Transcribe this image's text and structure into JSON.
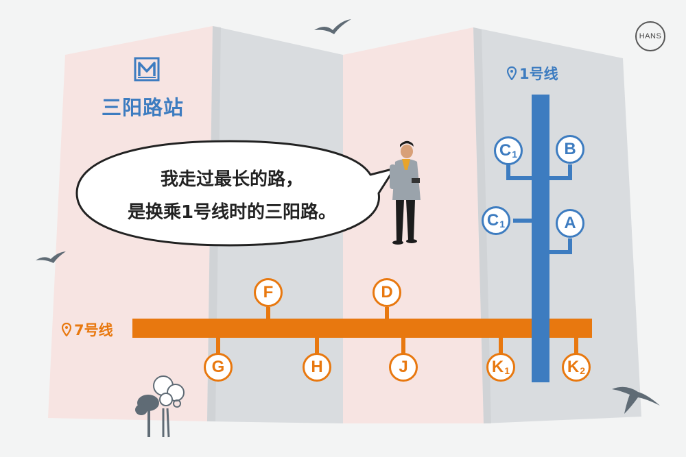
{
  "station": {
    "name": "三阳路站",
    "metro_logo_letter": "M"
  },
  "brand": {
    "text": "HANS"
  },
  "speech_bubble": {
    "line1": "我走过最长的路，",
    "line2": "是换乘1号线时的三阳路。"
  },
  "lines": {
    "line1": {
      "label": "1号线",
      "color": "#3d7cc0"
    },
    "line7": {
      "label": "7号线",
      "color": "#e8780f"
    }
  },
  "exits": [
    {
      "id": "C1-top",
      "letter": "C",
      "sub": "1",
      "line": "line1"
    },
    {
      "id": "B",
      "letter": "B",
      "sub": "",
      "line": "line1"
    },
    {
      "id": "C1-mid",
      "letter": "C",
      "sub": "1",
      "line": "line1"
    },
    {
      "id": "A",
      "letter": "A",
      "sub": "",
      "line": "line1"
    },
    {
      "id": "F",
      "letter": "F",
      "sub": "",
      "line": "line7"
    },
    {
      "id": "D",
      "letter": "D",
      "sub": "",
      "line": "line7"
    },
    {
      "id": "G",
      "letter": "G",
      "sub": "",
      "line": "line7"
    },
    {
      "id": "H",
      "letter": "H",
      "sub": "",
      "line": "line7"
    },
    {
      "id": "J",
      "letter": "J",
      "sub": "",
      "line": "line7"
    },
    {
      "id": "K1",
      "letter": "K",
      "sub": "1",
      "line": "line7"
    },
    {
      "id": "K2",
      "letter": "K",
      "sub": "2",
      "line": "line7"
    }
  ],
  "colors": {
    "map_pink": "#f7e4e2",
    "map_gray": "#d9dcdf",
    "line1_blue": "#3d7cc0",
    "line7_orange": "#e8780f",
    "bird": "#5f6b75"
  },
  "icons": [
    "metro-logo-icon",
    "location-pin-icon",
    "bird-icon",
    "tree-icon",
    "person-figure"
  ]
}
